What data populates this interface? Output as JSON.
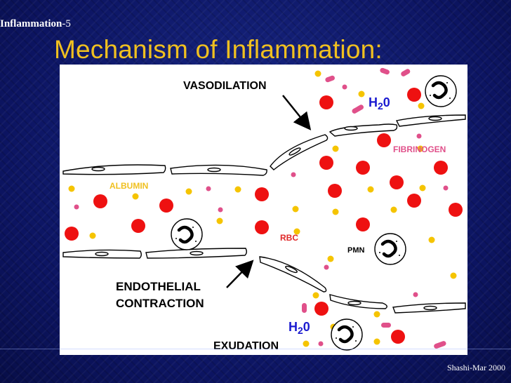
{
  "slide": {
    "section_label": "Inflammation",
    "section_number": "-5",
    "title": "Mechanism of Inflammation:",
    "footer": "Shashi-Mar 2000"
  },
  "diagram": {
    "labels": {
      "vasodilation": "VASODILATION",
      "h2o_top": "H",
      "h2o_top_sub": "2",
      "h2o_top_end": "0",
      "fibrinogen": "FIBRINOGEN",
      "albumin": "ALBUMIN",
      "rbc": "RBC",
      "pmn": "PMN",
      "endothelial_line1": "ENDOTHELIAL",
      "endothelial_line2": "CONTRACTION",
      "h2o_bottom": "H",
      "h2o_bottom_sub": "2",
      "h2o_bottom_end": "0",
      "exudation": "EXUDATION"
    },
    "colors": {
      "rbc": "#ee1111",
      "albumin": "#f5c400",
      "fibrinogen": "#e0508a",
      "water_label": "#1a1ad0",
      "fibrinogen_label": "#e0508a",
      "albumin_label": "#f0c020",
      "rbc_label": "#e02828",
      "outline": "#000000"
    }
  }
}
